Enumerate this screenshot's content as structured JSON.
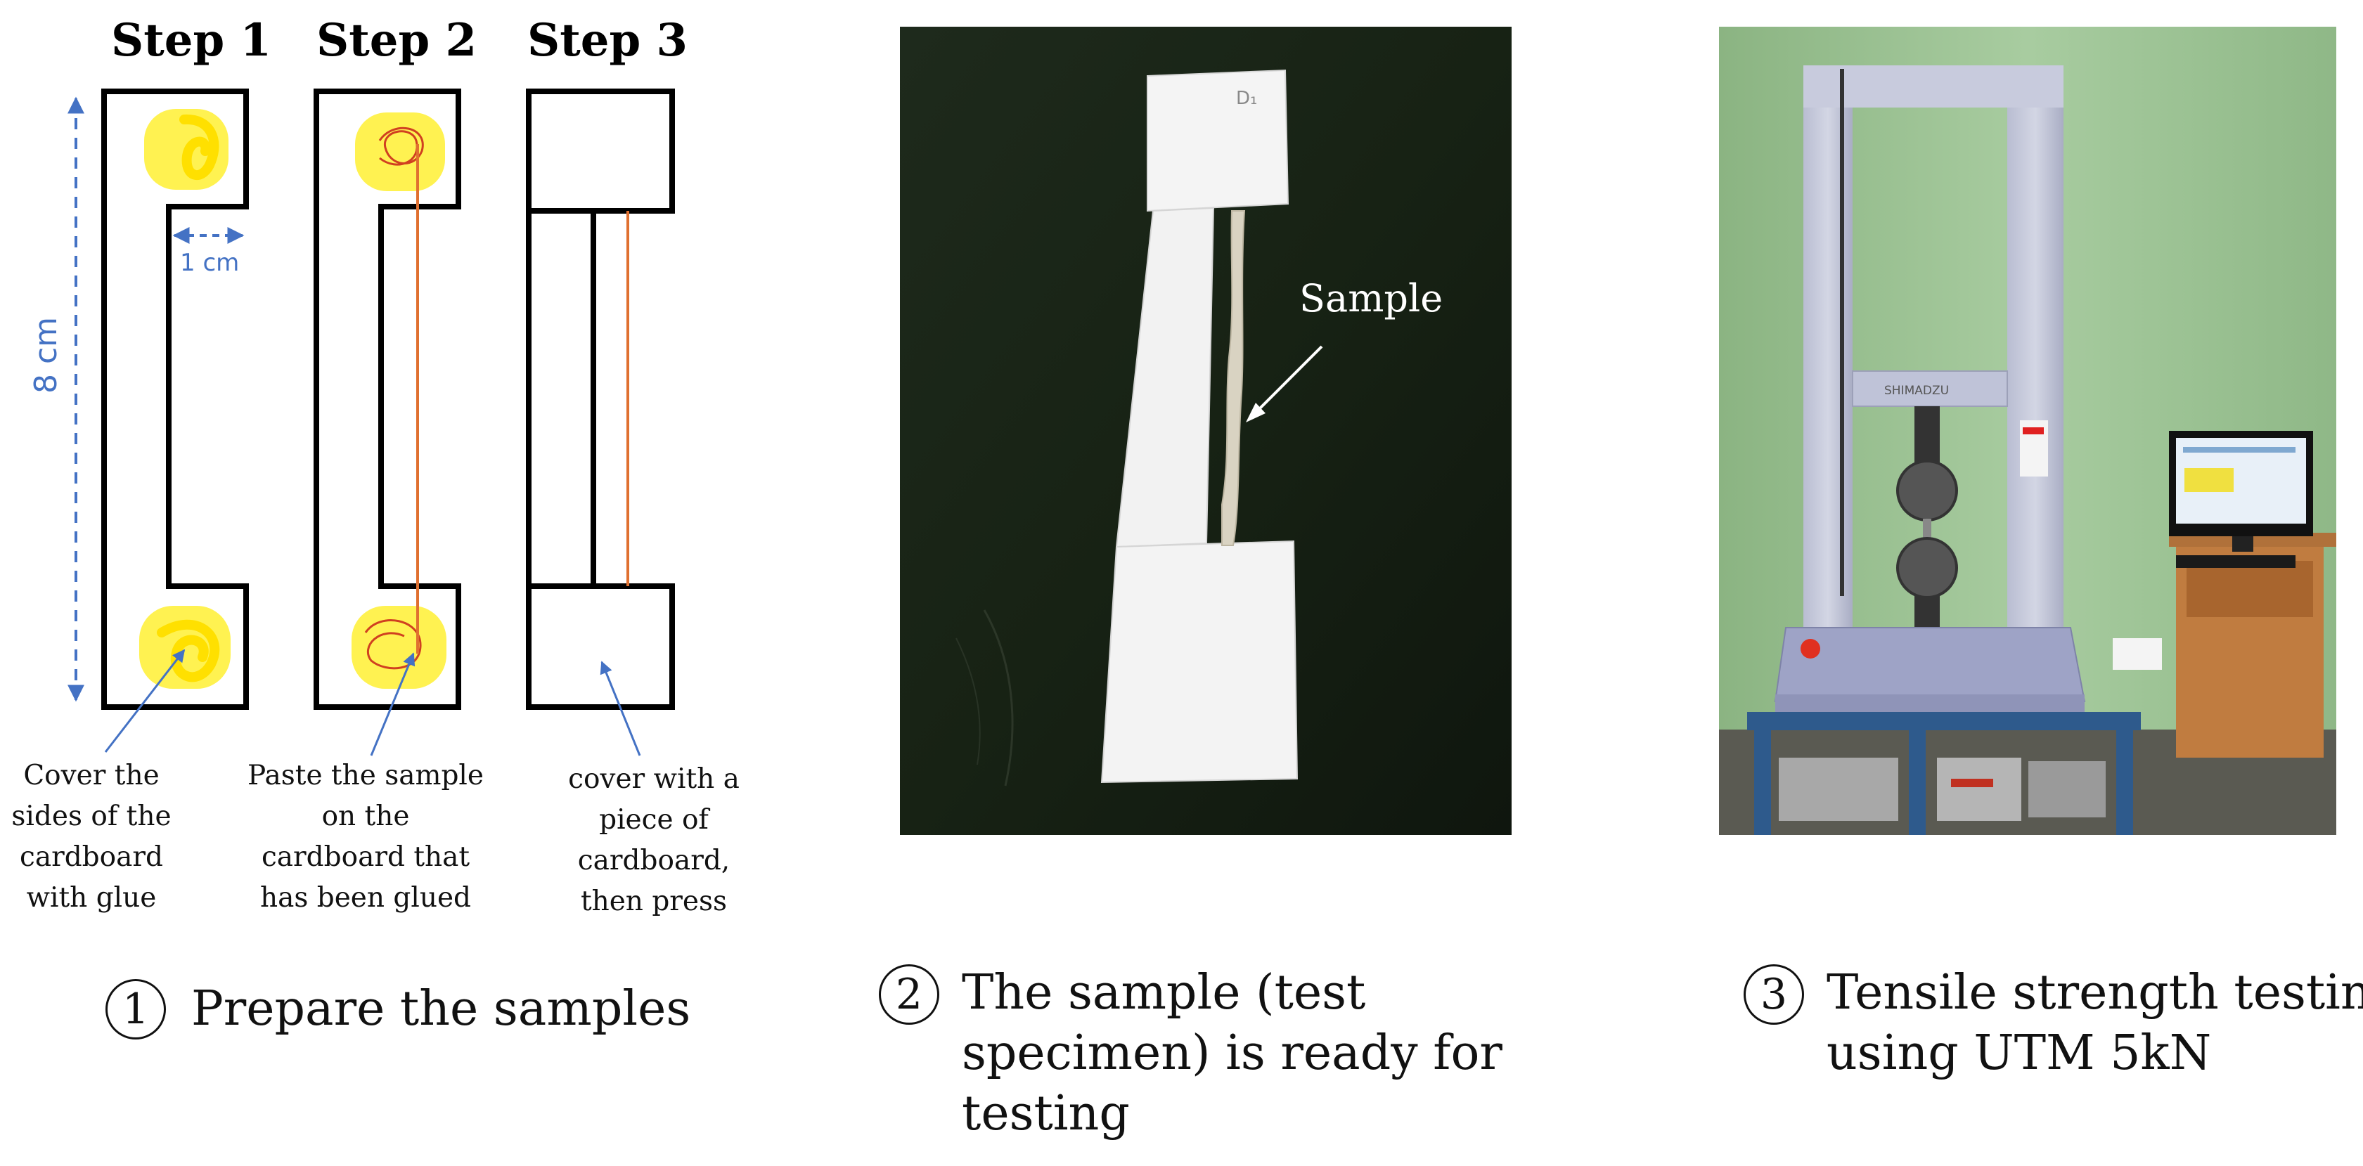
{
  "steps": {
    "step1": "Step 1",
    "step2": "Step 2",
    "step3": "Step 3"
  },
  "dimensions": {
    "length": "8 cm",
    "width": "1 cm"
  },
  "captions": {
    "step1": "Cover the\nsides of the\ncardboard\nwith glue",
    "step2": "Paste the sample\non the\ncardboard that\nhas been glued",
    "step3": "cover with a\npiece of\ncardboard,\nthen press"
  },
  "photo_label": "Sample",
  "machine_brand": "SHIMADZU",
  "bottom_labels": [
    {
      "number": "1",
      "lines": [
        "Prepare the samples"
      ]
    },
    {
      "number": "2",
      "lines": [
        "The sample (test",
        "specimen) is ready for",
        "testing"
      ]
    },
    {
      "number": "3",
      "lines": [
        "Tensile strength testing",
        "using UTM 5kN"
      ]
    }
  ],
  "colors": {
    "glue": "#FFF033",
    "sample_thread": "#E07030",
    "dimension_blue": "#4472C4",
    "wall_green": "#96BD8C",
    "table_blue": "#2E5A8C"
  }
}
